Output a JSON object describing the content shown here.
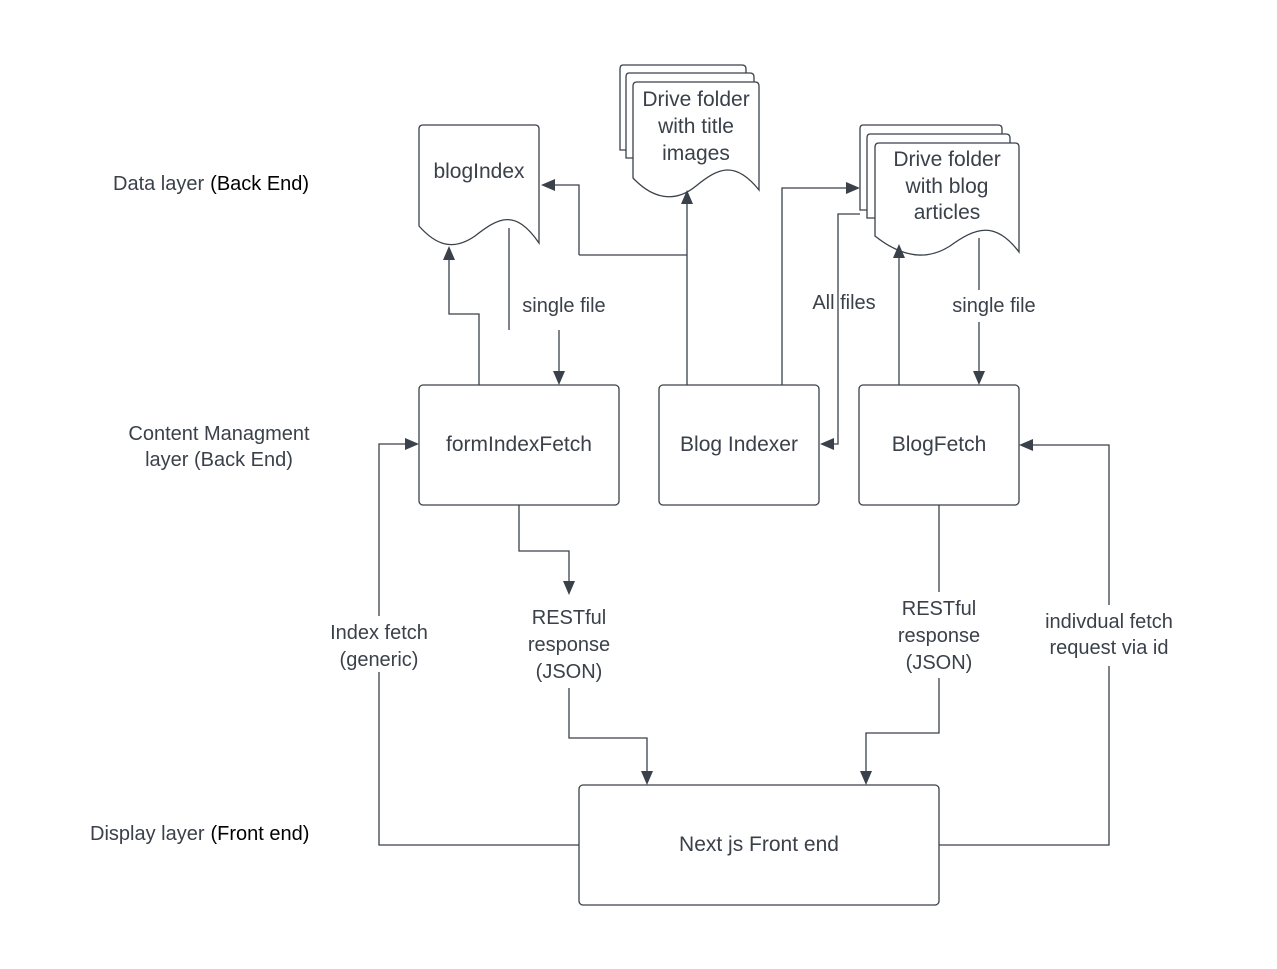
{
  "layers": {
    "data": {
      "name": "Data layer",
      "qualifier": "(Back End)"
    },
    "content": {
      "line1": "Content Managment",
      "line2": "layer (Back End)"
    },
    "display": {
      "name": "Display layer",
      "qualifier": "(Front end)"
    }
  },
  "nodes": {
    "blog_index": "blogIndex",
    "title_images": [
      "Drive folder",
      "with title",
      "images"
    ],
    "blog_articles": [
      "Drive folder",
      "with blog",
      "articles"
    ],
    "form_index_fetch": "formIndexFetch",
    "blog_indexer": "Blog Indexer",
    "blog_fetch": "BlogFetch",
    "front_end": "Next js Front end"
  },
  "edge_labels": {
    "single_file_left": "single file",
    "all_files": "All files",
    "single_file_right": "single file",
    "index_fetch": [
      "Index fetch",
      "(generic)"
    ],
    "restful_left": [
      "RESTful",
      "response",
      "(JSON)"
    ],
    "restful_right": [
      "RESTful",
      "response",
      "(JSON)"
    ],
    "individual_fetch": [
      "indivdual fetch",
      "request via id"
    ]
  }
}
